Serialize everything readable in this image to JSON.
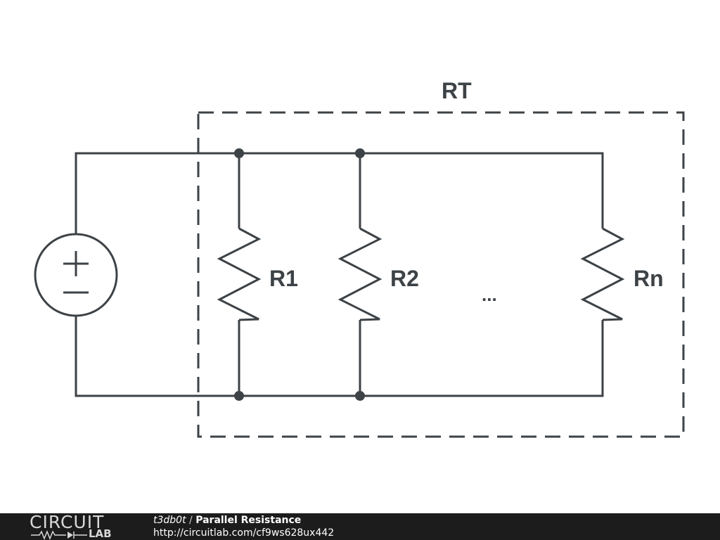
{
  "diagram": {
    "group_label": "RT",
    "source_symbols": {
      "plus": "+",
      "minus": "−"
    },
    "resistors": [
      {
        "label": "R1"
      },
      {
        "label": "R2"
      },
      {
        "label": "Rn"
      }
    ],
    "ellipsis": "...",
    "colors": {
      "wire": "#3d4246",
      "dashed_box": "#3d4246"
    }
  },
  "footer": {
    "logo_top": "CIRCUIT",
    "logo_bottom": "LAB",
    "author": "t3db0t",
    "separator": " / ",
    "title": "Parallel Resistance",
    "url": "http://circuitlab.com/cf9ws628ux442",
    "background": "#1c1c1c"
  }
}
